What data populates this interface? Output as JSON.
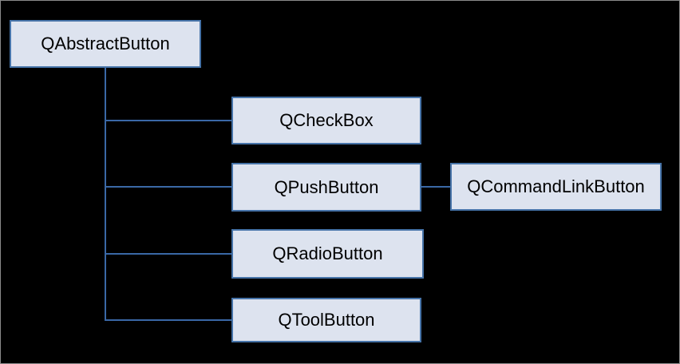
{
  "diagram": {
    "type": "class-inheritance-diagram",
    "colors": {
      "background": "#000000",
      "frame_border": "#8a8a8a",
      "node_fill": "#dde3ef",
      "node_border": "#4673a8",
      "edge": "#3a68a6",
      "text": "#000000"
    },
    "nodes": [
      {
        "id": "qabstractbutton",
        "label": "QAbstractButton"
      },
      {
        "id": "qcheckbox",
        "label": "QCheckBox"
      },
      {
        "id": "qpushbutton",
        "label": "QPushButton"
      },
      {
        "id": "qradiobutton",
        "label": "QRadioButton"
      },
      {
        "id": "qtoolbutton",
        "label": "QToolButton"
      },
      {
        "id": "qcommandlinkbutton",
        "label": "QCommandLinkButton"
      }
    ],
    "edges": [
      {
        "from": "QAbstractButton",
        "to": "QCheckBox"
      },
      {
        "from": "QAbstractButton",
        "to": "QPushButton"
      },
      {
        "from": "QAbstractButton",
        "to": "QRadioButton"
      },
      {
        "from": "QAbstractButton",
        "to": "QToolButton"
      },
      {
        "from": "QPushButton",
        "to": "QCommandLinkButton"
      }
    ]
  }
}
